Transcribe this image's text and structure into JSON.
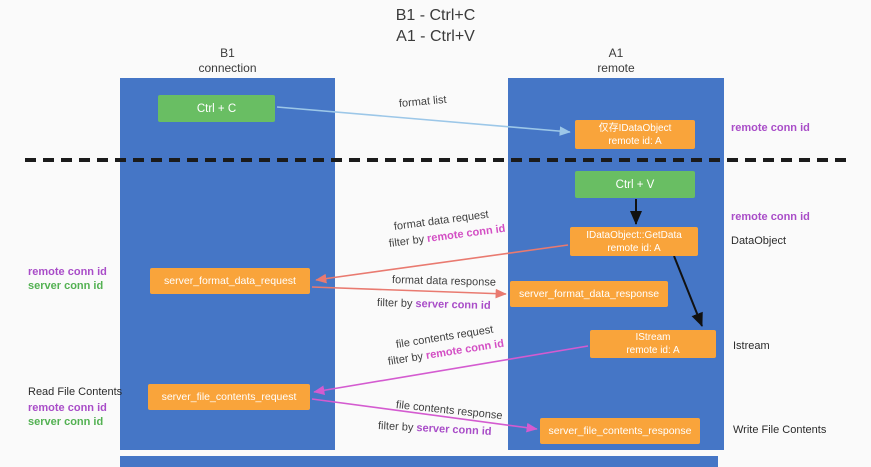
{
  "title": {
    "line1": "B1 - Ctrl+C",
    "line2": "A1 - Ctrl+V"
  },
  "lanes": {
    "left": {
      "title": "B1",
      "subtitle": "connection"
    },
    "right": {
      "title": "A1",
      "subtitle": "remote"
    }
  },
  "nodes": {
    "ctrl_c": {
      "label": "Ctrl + C"
    },
    "idataobject": {
      "line1": "仅存IDataObject",
      "line2": "remote id: A"
    },
    "ctrl_v": {
      "label": "Ctrl + V"
    },
    "getdata": {
      "line1": "IDataObject::GetData",
      "line2": "remote id: A"
    },
    "istream": {
      "line1": "IStream",
      "line2": "remote id: A"
    },
    "format_request": {
      "label": "server_format_data_request"
    },
    "format_response": {
      "label": "server_format_data_response"
    },
    "file_request": {
      "label": "server_file_contents_request"
    },
    "file_response": {
      "label": "server_file_contents_response"
    }
  },
  "arrows": {
    "format_list": {
      "label": "format list"
    },
    "format_data_request": {
      "label": "format data request",
      "filter_prefix": "filter by",
      "filter_key": "remote conn id"
    },
    "format_data_response": {
      "label": "format data response",
      "filter_prefix": "filter by",
      "filter_key": "server conn id"
    },
    "file_contents_request": {
      "label": "file contents request",
      "filter_prefix": "filter by",
      "filter_key": "remote conn id"
    },
    "file_contents_response": {
      "label": "file contents response",
      "filter_prefix": "filter by",
      "filter_key": "server conn id"
    }
  },
  "side_labels": {
    "right_remote_conn_id_top": "remote conn id",
    "right_remote_conn_id_mid": "remote conn id",
    "right_dataobject": "DataObject",
    "right_istream": "Istream",
    "right_write_file_contents": "Write File Contents",
    "left_remote_conn_id_top": "remote conn id",
    "left_server_conn_id_top": "server conn id",
    "left_read_file_contents": "Read File Contents",
    "left_remote_conn_id_bottom": "remote conn id",
    "left_server_conn_id_bottom": "server conn id"
  },
  "colors": {
    "lane_blue": "#4576C6",
    "node_green": "#69BE63",
    "node_orange": "#F9A43B",
    "arrow_blue": "#9CC7E8",
    "arrow_red": "#E97A70",
    "arrow_magenta": "#D45BD0",
    "text_purple": "#A94DC8",
    "text_magenta": "#D34FC4",
    "text_green": "#53B152"
  }
}
